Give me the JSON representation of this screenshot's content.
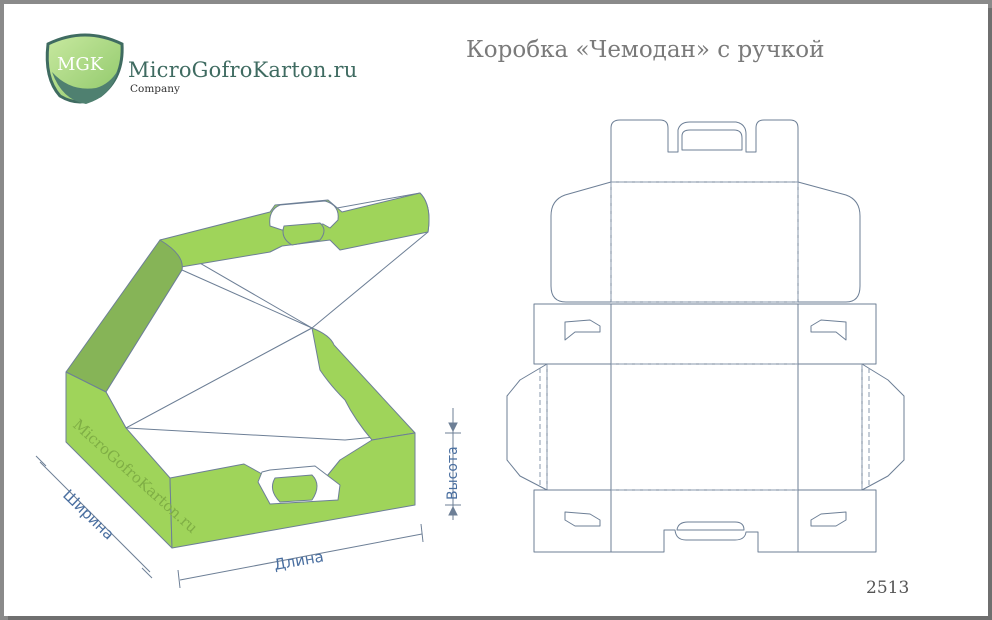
{
  "brand": {
    "logo_text": "MGK",
    "name": "MicroGofroKarton.ru",
    "subtitle": "Company",
    "watermark": "MicroGofroKarton.ru"
  },
  "title": "Коробка «Чемодан» с  ручкой",
  "dimensions": {
    "width_label": "Ширина",
    "length_label": "Длина",
    "height_label": "Высота"
  },
  "model_code": "2513",
  "colors": {
    "green": "#9fd45a",
    "green_dark": "#86b457",
    "outline": "#6d7f96",
    "teal": "#3f6b61",
    "dim_text": "#4a6fa0"
  }
}
